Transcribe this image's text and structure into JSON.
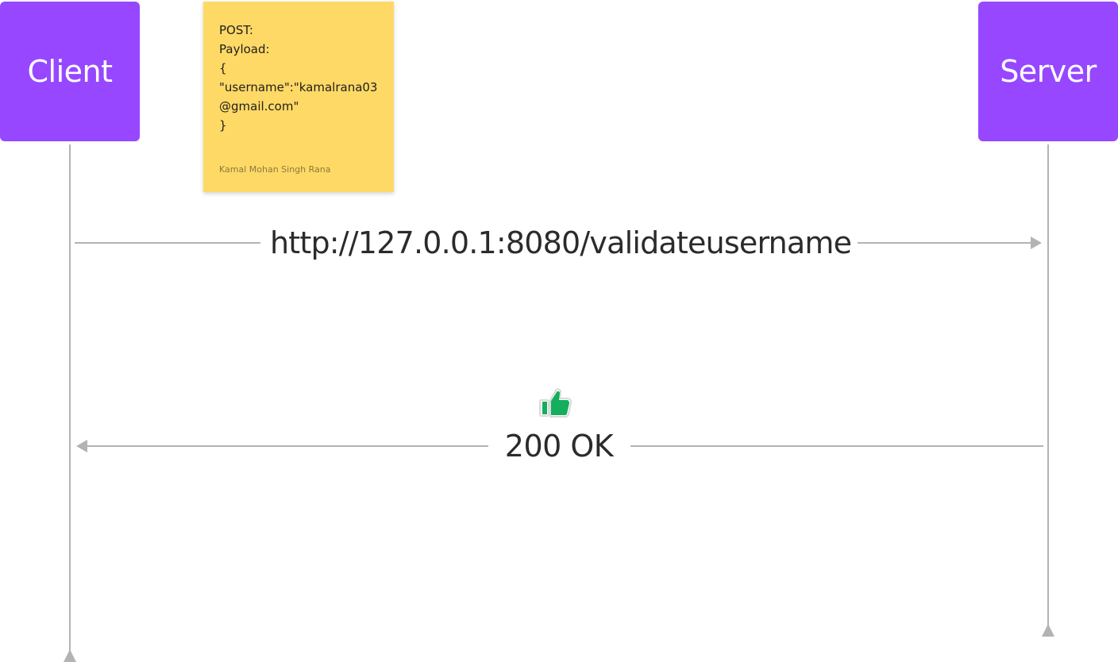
{
  "actors": {
    "client": "Client",
    "server": "Server"
  },
  "note": {
    "lines": [
      "POST:",
      "Payload:",
      "{",
      "\"username\":\"kamalrana03",
      "@gmail.com\"",
      "}"
    ],
    "author": "Kamal Mohan Singh Rana"
  },
  "messages": {
    "request": "http://127.0.0.1:8080/validateusername",
    "response": "200 OK",
    "response_icon": "thumbs-up-icon"
  },
  "colors": {
    "actor_fill": "#9747ff",
    "note_fill": "#ffd966",
    "line_color": "#b3b3b3",
    "thumb_color": "#14ae5c"
  }
}
